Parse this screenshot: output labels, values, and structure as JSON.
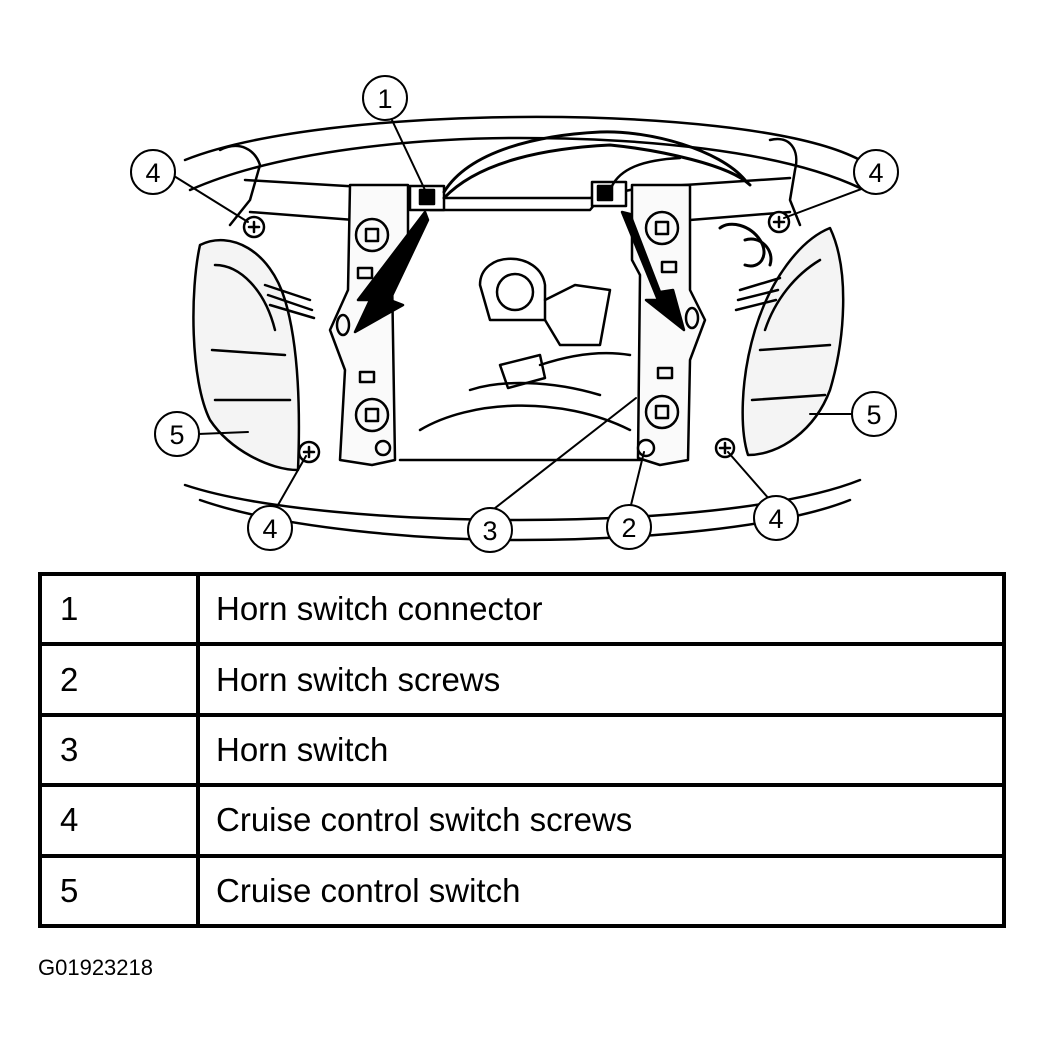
{
  "callouts": [
    {
      "id": "1"
    },
    {
      "id": "4"
    },
    {
      "id": "4"
    },
    {
      "id": "5"
    },
    {
      "id": "5"
    },
    {
      "id": "4"
    },
    {
      "id": "3"
    },
    {
      "id": "2"
    },
    {
      "id": "4"
    }
  ],
  "legend": [
    {
      "number": "1",
      "description": "Horn switch connector"
    },
    {
      "number": "2",
      "description": "Horn switch screws"
    },
    {
      "number": "3",
      "description": "Horn switch"
    },
    {
      "number": "4",
      "description": "Cruise control switch screws"
    },
    {
      "number": "5",
      "description": "Cruise control switch"
    }
  ],
  "figure_id": "G01923218",
  "colors": {
    "line": "#000000",
    "background": "#ffffff"
  }
}
